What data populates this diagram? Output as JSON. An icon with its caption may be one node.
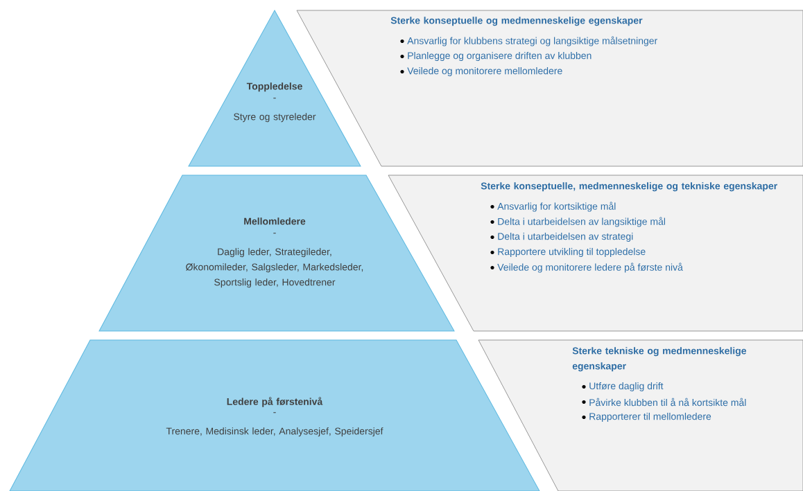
{
  "diagram": {
    "nodes": [
      {
        "text": [
          "Toppledelse",
          "-",
          "Styre og styreleder"
        ]
      },
      {
        "text": [
          "Sterke konseptuelle og medmenneskelige egenskaper",
          "Ansvarlig for klubbens strategi og langsiktige målsetninger",
          "Planlegge og organisere driften av klubben",
          "Veilede og monitorere mellomledere"
        ]
      },
      {
        "text": [
          "Mellomledere",
          "-",
          "Daglig leder, Strategileder, Økonomileder, Salgsleder, Markedsleder, Sportslig leder, Hovedtrener"
        ]
      },
      {
        "text": [
          "Sterke konseptuelle, medmenneskelige og tekniske egenskaper",
          "Ansvarlig for kortsiktige mål",
          "Delta i utarbeidelsen av langsiktige mål",
          "Delta i utarbeidelsen av strategi",
          "Rapportere utvikling til toppledelse",
          "Veilede og monitorere ledere på første nivå"
        ]
      },
      {
        "text": [
          "Ledere på førstenivå",
          "-",
          "Trenere, Medisinsk leder, Analysesjef, Speidersjef"
        ]
      },
      {
        "text": [
          "Sterke tekniske og medmenneskelige egenskaper",
          "Utføre daglig drift",
          "Påvirke klubben til å nå kortsikte mål",
          "Rapporterer til mellomledere"
        ]
      }
    ]
  }
}
